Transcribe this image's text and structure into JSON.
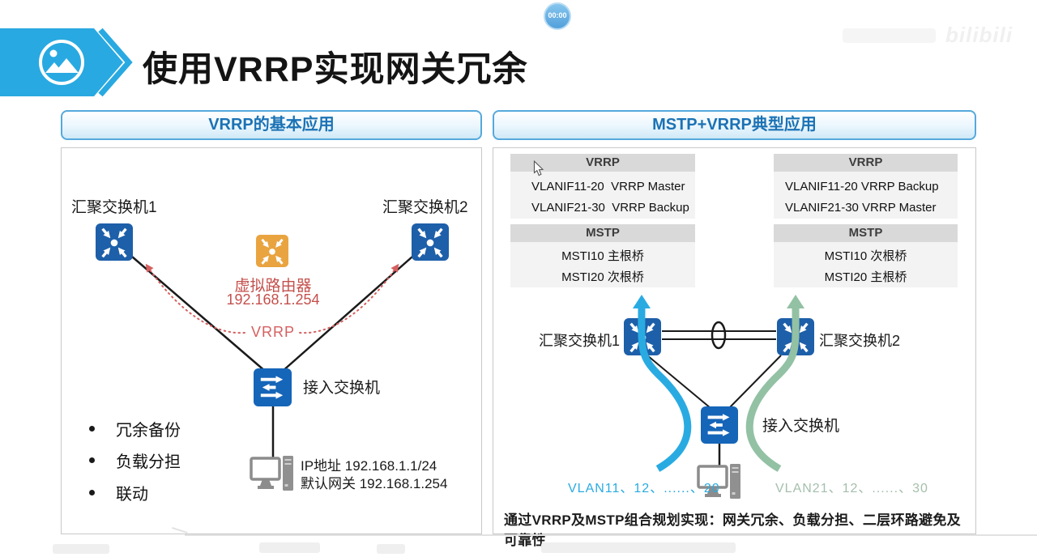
{
  "header": {
    "title": "使用VRRP实现网关冗余"
  },
  "timer_badge": "00:00",
  "watermark": "bilibili",
  "left_panel": {
    "title": "VRRP的基本应用",
    "agg_switch1_label": "汇聚交换机1",
    "agg_switch2_label": "汇聚交换机2",
    "virtual_router_label": "虚拟路由器",
    "virtual_router_ip": "192.168.1.254",
    "vrrp_label": "VRRP",
    "access_switch_label": "接入交换机",
    "bullets": [
      "冗余备份",
      "负载分担",
      "联动"
    ],
    "pc_ip_line1": "IP地址 192.168.1.1/24",
    "pc_ip_line2": "默认网关 192.168.1.254"
  },
  "right_panel": {
    "title": "MSTP+VRRP典型应用",
    "switch1_tables": {
      "vrrp_title": "VRRP",
      "vrrp_rows": [
        "VLANIF11-20  VRRP Master",
        "VLANIF21-30  VRRP Backup"
      ],
      "mstp_title": "MSTP",
      "mstp_rows": [
        "MSTI10 主根桥",
        "MSTI20 次根桥"
      ]
    },
    "switch2_tables": {
      "vrrp_title": "VRRP",
      "vrrp_rows": [
        "VLANIF11-20 VRRP Backup",
        "VLANIF21-30 VRRP Master"
      ],
      "mstp_title": "MSTP",
      "mstp_rows": [
        "MSTI10 次根桥",
        "MSTI20 主根桥"
      ]
    },
    "agg_switch1_label": "汇聚交换机1",
    "agg_switch2_label": "汇聚交换机2",
    "access_switch_label": "接入交换机",
    "vlan_blue_label": "VLAN11、12、......、20",
    "vlan_green_label": "VLAN21、12、......、30",
    "caption": "通过VRRP及MSTP组合规划实现：网关冗余、负载分担、二层环路避免及可靠性"
  },
  "colors": {
    "banner_blue": "#29a9e1",
    "switch_blue": "#1d5fa9",
    "access_switch_blue": "#1565b8",
    "router_orange": "#e9a440",
    "vrrp_red": "#d65f5f",
    "flow_blue": "#29abe2",
    "flow_green": "#93c1a4",
    "panel_title_blue": "#1b72b4",
    "table_header_gray": "#d9d9d9",
    "table_row_gray": "#f3f3f3"
  }
}
